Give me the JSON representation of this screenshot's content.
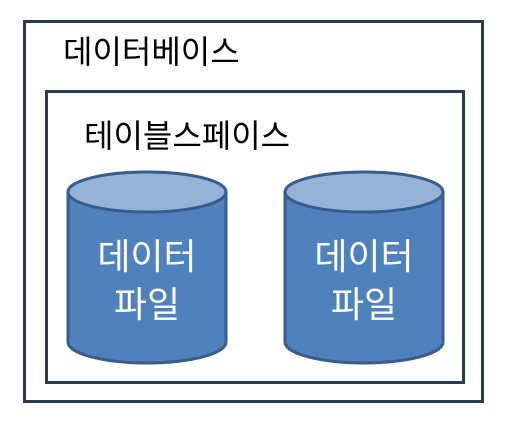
{
  "database": {
    "label": "데이터베이스"
  },
  "tablespace": {
    "label": "테이블스페이스"
  },
  "datafiles": [
    {
      "line1": "데이터",
      "line2": "파일"
    },
    {
      "line1": "데이터",
      "line2": "파일"
    }
  ],
  "colors": {
    "cylinder_body": "#4f81bd",
    "cylinder_top": "#95b3d7",
    "cylinder_outline": "#385d8a",
    "box_border": "#2b3a57"
  }
}
